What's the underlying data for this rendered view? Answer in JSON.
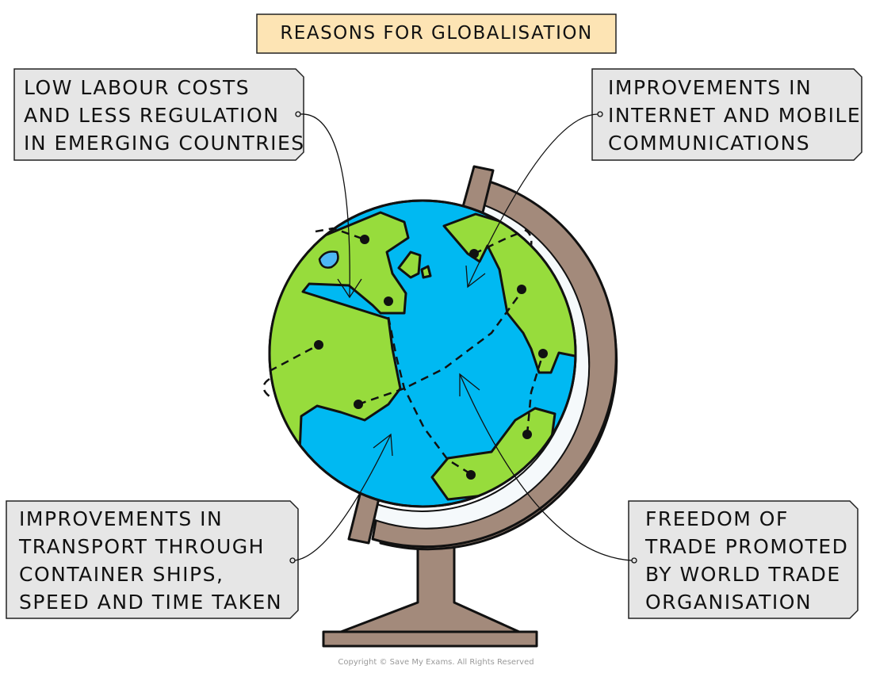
{
  "title": "REASONS FOR GLOBALISATION",
  "reasons": [
    {
      "lines": [
        "LOW LABOUR COSTS",
        "AND LESS REGULATION",
        "IN EMERGING COUNTRIES"
      ]
    },
    {
      "lines": [
        "IMPROVEMENTS IN",
        "INTERNET AND MOBILE",
        "COMMUNICATIONS"
      ]
    },
    {
      "lines": [
        "IMPROVEMENTS IN",
        "TRANSPORT THROUGH",
        "CONTAINER SHIPS,",
        "SPEED AND TIME TAKEN"
      ]
    },
    {
      "lines": [
        "FREEDOM OF",
        "TRADE PROMOTED",
        "BY WORLD TRADE",
        "ORGANISATION"
      ]
    }
  ],
  "copyright": "Copyright © Save My Exams. All Rights Reserved",
  "colors": {
    "title_bg": "#fde4b4",
    "box_bg": "#e6e6e6",
    "ocean": "#00b9f2",
    "land": "#97dc3c",
    "stand": "#a38a7b"
  }
}
